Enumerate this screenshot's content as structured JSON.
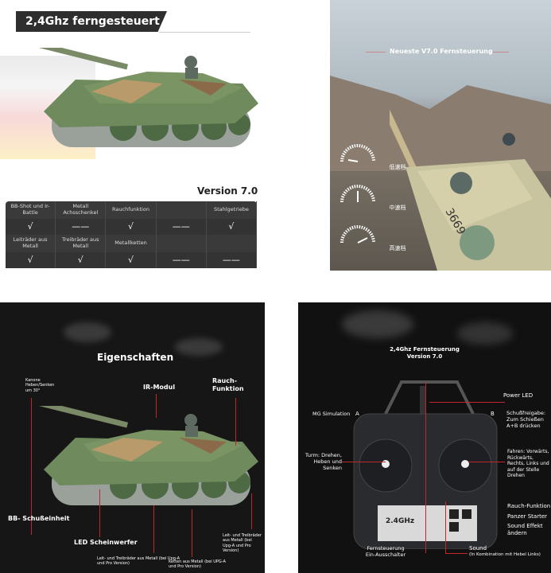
{
  "top_left": {
    "title": "2,4Ghz ferngesteuert",
    "version": "Version 7.0",
    "features": [
      {
        "label": "BB-Shot und Ir-Battle",
        "mark": "√"
      },
      {
        "label": "Metall Achsschenkel",
        "mark": "——"
      },
      {
        "label": "Rauchfunktion",
        "mark": "√"
      },
      {
        "label": "",
        "mark": "——"
      },
      {
        "label": "Stahlgetriebe",
        "mark": "√"
      },
      {
        "label": "Leiträder aus Metall",
        "mark": "√"
      },
      {
        "label": "Treibräder aus Metall",
        "mark": "√"
      },
      {
        "label": "Metallketten",
        "mark": "√"
      },
      {
        "label": "",
        "mark": "——"
      },
      {
        "label": "",
        "mark": "——"
      }
    ]
  },
  "top_right": {
    "heading": "Neueste V7.0 Fernsteuerung",
    "gauges": [
      "低速档",
      "中速档",
      "高速档"
    ],
    "tank_number": "3669"
  },
  "bottom_left": {
    "heading": "Eigenschaften",
    "labels": {
      "kanone": "Kanone Heben/Senken um 30°",
      "ir": "IR-Modul",
      "rauch": "Rauch-Funktion",
      "bb": "BB- Schußeinheit",
      "led": "LED Scheinwerfer",
      "raeder": "Leit- und Treibräder aus Metall (bei Upg-A und Pro Version)",
      "ketten": "Ketten aus Metall (bei UPG-A und Pro Version)",
      "raeder2": "Leit- und Treibräder aus Metall (bei Upg-A und Pro Version)"
    }
  },
  "bottom_right": {
    "heading": "2,4Ghz Fernsteuerung",
    "subheading": "Version 7.0",
    "labels": {
      "power": "Power LED",
      "mg": "MG Simulation",
      "a": "A",
      "b": "B",
      "schuss": "Schußfreigabe: Zum Schießen A+B drücken",
      "turm": "Turm: Drehen, Heben und Senken",
      "fahren": "Fahren: Vorwärts, Rückwärts, Rechts, Links und auf der Stelle Drehen",
      "rauch": "Rauch-Funktion",
      "starter": "Panzer Starter",
      "sound_effekt": "Sound Effekt ändern",
      "schalter": "Fernsteuerung Ein-Ausschalter",
      "sound": "Sound",
      "sound_note": "(In Kombination mit Hebel Links)",
      "panel": "2.4GHz"
    }
  },
  "colors": {
    "accent_red": "#c0262c",
    "tank_green": "#6f8a5c",
    "tank_tan": "#b99a6a"
  }
}
